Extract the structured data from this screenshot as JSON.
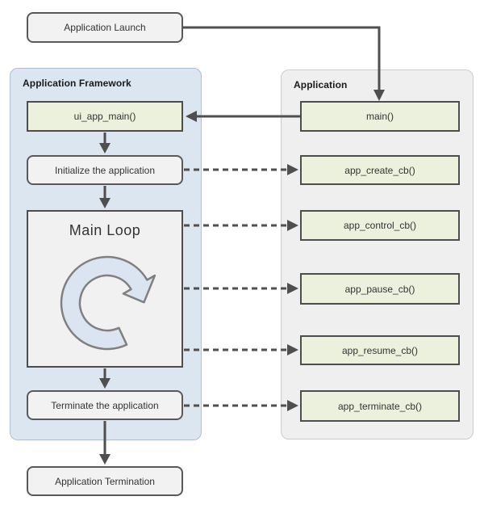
{
  "launch": {
    "label": "Application Launch"
  },
  "framework": {
    "title": "Application Framework",
    "ui_app_main": "ui_app_main()",
    "initialize": "Initialize the application",
    "main_loop": "Main Loop",
    "terminate": "Terminate the application"
  },
  "application": {
    "title": "Application",
    "main": "main()",
    "create": "app_create_cb()",
    "control": "app_control_cb()",
    "pause": "app_pause_cb()",
    "resume": "app_resume_cb()",
    "terminate": "app_terminate_cb()"
  },
  "termination": {
    "label": "Application Termination"
  },
  "colors": {
    "framework_fill": "#dce6f1",
    "framework_border": "#aebfd4",
    "application_fill": "#efefef",
    "application_border": "#cccccc",
    "callback_fill": "#ebf1dd",
    "callback_border": "#4d4d4d",
    "rounded_fill": "#f2f2f2",
    "rounded_border": "#595959",
    "arrow": "#4f4f4f",
    "loop_icon_fill": "#dbe5f1",
    "loop_icon_border": "#808080"
  }
}
